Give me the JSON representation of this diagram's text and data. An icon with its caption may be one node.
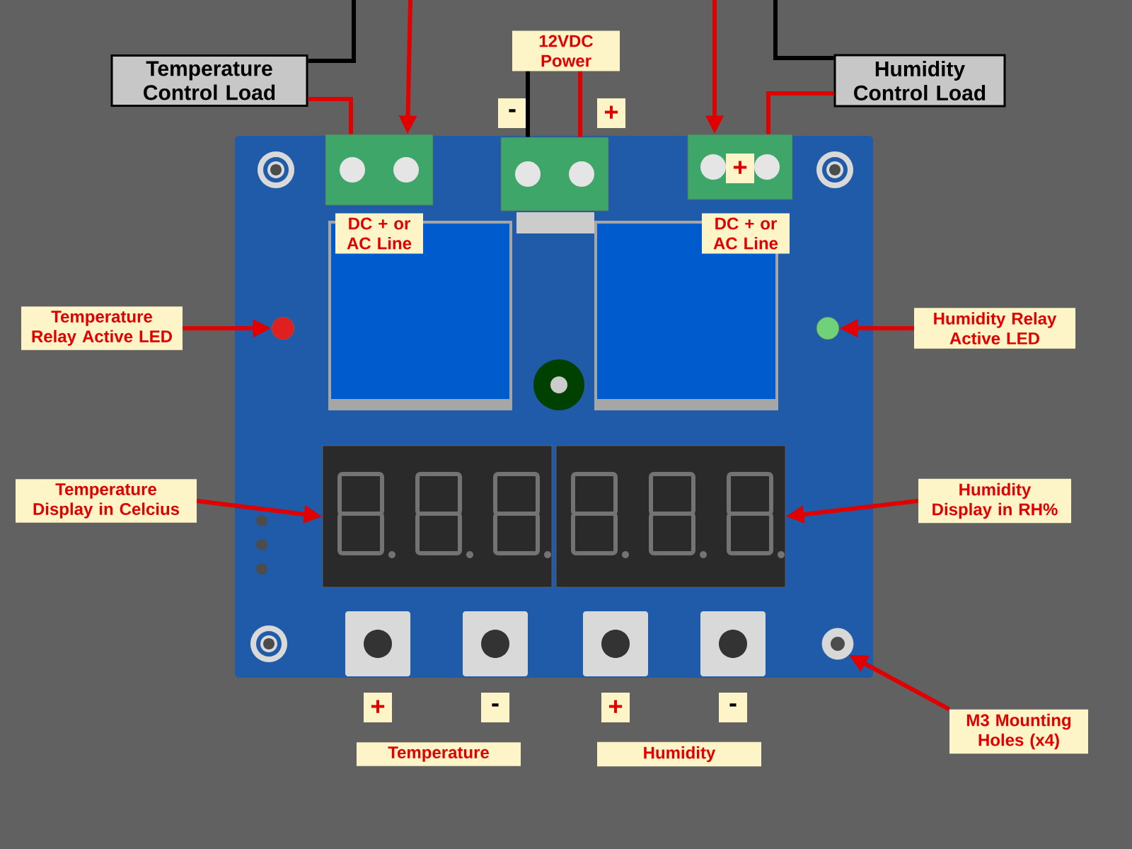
{
  "diagram": {
    "nodes": [
      {
        "text": [
          "Temperature Control Load"
        ]
      },
      {
        "text": [
          "12VDC Power"
        ]
      },
      {
        "text": [
          "Humidity Control Load"
        ]
      },
      {
        "text": [
          "-"
        ]
      },
      {
        "text": [
          "+"
        ]
      },
      {
        "text": [
          "DC + or AC Line"
        ]
      },
      {
        "text": [
          "DC + or AC Line"
        ]
      },
      {
        "text": [
          "+"
        ],
        "in": 21
      },
      {
        "text": [
          "Temperature Relay Active LED"
        ]
      },
      {
        "text": [
          "Humidity Relay Active LED"
        ]
      },
      {
        "text": [
          "Temperature Display in Celcius"
        ]
      },
      {
        "text": [
          "Humidity Display in RH%"
        ]
      },
      {
        "text": [
          "+"
        ]
      },
      {
        "text": [
          "-"
        ]
      },
      {
        "text": [
          "+"
        ]
      },
      {
        "text": [
          "-"
        ]
      },
      {
        "text": [
          "Temperature"
        ]
      },
      {
        "text": [
          "Humidity"
        ]
      },
      {
        "text": [
          "M3 Mounting Holes (x4)"
        ]
      },
      {
        "text": [],
        "shape": "box"
      },
      {
        "text": [],
        "shape": "box"
      },
      {
        "text": [],
        "shape": "box"
      },
      {
        "text": [],
        "shape": "circle"
      },
      {
        "text": [],
        "shape": "circle"
      },
      {
        "text": [],
        "shape": "box"
      },
      {
        "text": [],
        "shape": "box"
      },
      {
        "text": [],
        "shape": "circle"
      }
    ],
    "edges": [
      {
        "from": null,
        "to": 0,
        "arrow": "none",
        "color": "#000000"
      },
      {
        "from": 0,
        "to": 19,
        "arrow": "none"
      },
      {
        "from": null,
        "to": 19,
        "arrow": "to"
      },
      {
        "from": 1,
        "to": 20,
        "arrow": "none",
        "color": "#000000"
      },
      {
        "from": 1,
        "to": 20,
        "arrow": "none"
      },
      {
        "from": null,
        "to": 21,
        "arrow": "to"
      },
      {
        "from": 2,
        "to": 21,
        "arrow": "none"
      },
      {
        "from": null,
        "to": 2,
        "arrow": "none",
        "color": "#000000"
      },
      {
        "from": 8,
        "to": 22,
        "arrow": "to"
      },
      {
        "from": 9,
        "to": 23,
        "arrow": "to"
      },
      {
        "from": 10,
        "to": 24,
        "arrow": "to"
      },
      {
        "from": 11,
        "to": 25,
        "arrow": "to"
      },
      {
        "from": 18,
        "to": 26,
        "arrow": "to"
      }
    ]
  }
}
